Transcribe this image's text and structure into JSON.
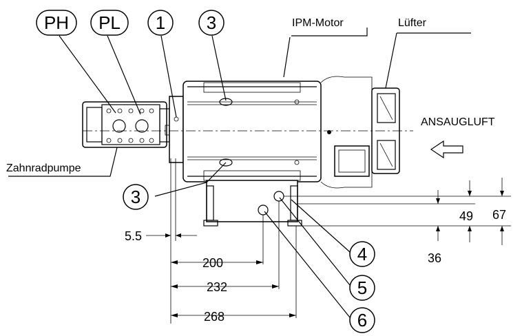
{
  "callouts": {
    "ph": "PH",
    "pl": "PL",
    "c1": "1",
    "c3_top": "3",
    "c3_left": "3",
    "c4": "4",
    "c5": "5",
    "c6": "6"
  },
  "labels": {
    "ipm_motor": "IPM-Motor",
    "luefter": "Lüfter",
    "ansaugluft": "ANSAUGLUFT",
    "zahnradpumpe": "Zahnradpumpe"
  },
  "dimensions": {
    "d_5_5": "5.5",
    "d_200": "200",
    "d_232": "232",
    "d_268": "268",
    "d_36": "36",
    "d_49": "49",
    "d_67": "67"
  },
  "icons": {
    "airflow_arrow": "arrow-left-outline-icon"
  }
}
